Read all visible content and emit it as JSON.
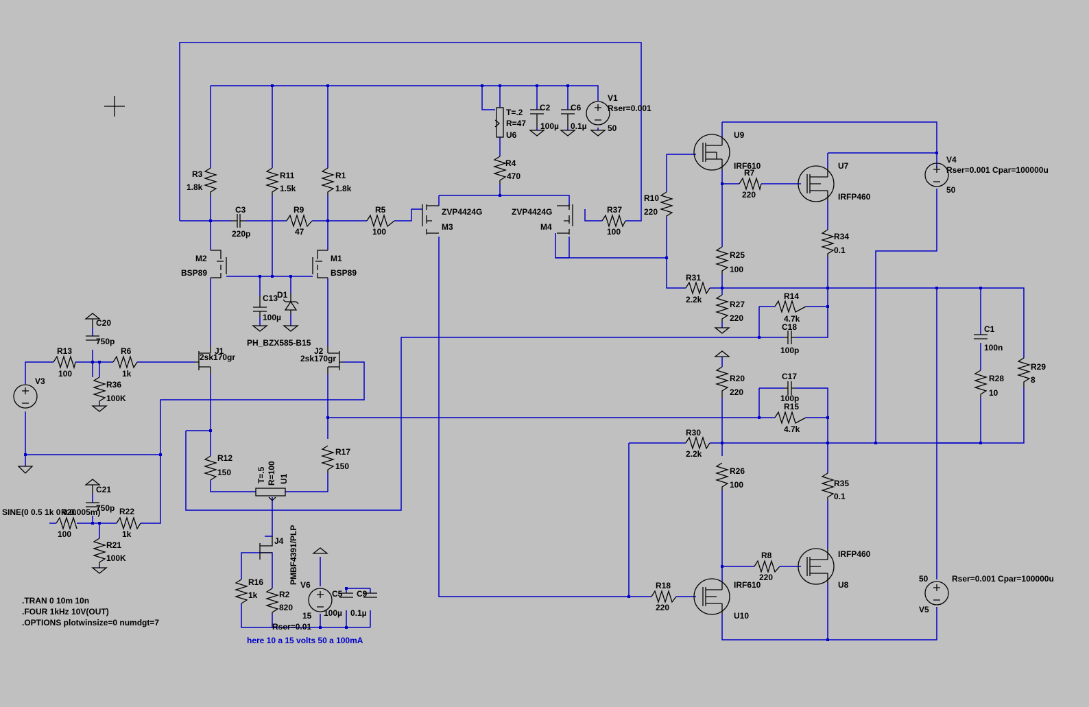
{
  "labels": {
    "r3_name": "R3",
    "r3_value": "1.8k",
    "r11_name": "R11",
    "r11_value": "1.5k",
    "r1_name": "R1",
    "r1_value": "1.8k",
    "c3_name": "C3",
    "c3_value": "220p",
    "r9_name": "R9",
    "r9_value": "47",
    "r5_name": "R5",
    "r5_value": "100",
    "m3_model": "ZVP4424G",
    "m3_name": "M3",
    "m4_model": "ZVP4424G",
    "m4_name": "M4",
    "r37_name": "R37",
    "r37_value": "100",
    "u6_t": "T=.2",
    "u6_r": "R=47",
    "u6_name": "U6",
    "c2_name": "C2",
    "c2_value": "100µ",
    "c6_name": "C6",
    "c6_value": "0.1µ",
    "v1_name": "V1",
    "v1_rser": "Rser=0.001",
    "v1_value": "50",
    "r4_name": "R4",
    "r4_value": "470",
    "m2_name": "M2",
    "m2_model": "BSP89",
    "m1_name": "M1",
    "m1_model": "BSP89",
    "c13_name": "C13",
    "c13_value": "100µ",
    "d1_name": "D1",
    "d1_model": "PH_BZX585-B15",
    "j1_name": "J1",
    "j1_model": "2sk170gr",
    "j2_name": "J2",
    "j2_model": "2sk170gr",
    "c20_name": "C20",
    "c20_value": "750p",
    "r13_name": "R13",
    "r13_value": "100",
    "r6_name": "R6",
    "r6_value": "1k",
    "r36_name": "R36",
    "r36_value": "100K",
    "v3_name": "V3",
    "r12_name": "R12",
    "r12_value": "150",
    "r17_name": "R17",
    "r17_value": "150",
    "u1_t": "T=.5",
    "u1_r": "R=100",
    "u1_name": "U1",
    "c21_name": "C21",
    "c21_value": "750p",
    "sine": "SINE(0 0.5 1k 0 0 0.005m)",
    "r20in_name": "R20",
    "r20in_value": "100",
    "r22_name": "R22",
    "r22_value": "1k",
    "r21_name": "R21",
    "r21_value": "100K",
    "j4_name": "J4",
    "j4_model": "PMBF4391/PLP",
    "r16_name": "R16",
    "r16_value": "1k",
    "r2_name": "R2",
    "r2_value": "820",
    "v6_name": "V6",
    "v6_value": "15",
    "v6_rser": "Rser=0.01",
    "c5_name": "C5",
    "c5_value": "100µ",
    "c9_name": "C9",
    "c9_value": "0.1µ",
    "u9_name": "U9",
    "u9_model": "IRF610",
    "r7_name": "R7",
    "r7_value": "220",
    "u7_name": "U7",
    "u7_model": "IRFP460",
    "v4_name": "V4",
    "v4_params": "Rser=0.001 Cpar=100000u",
    "v4_value": "50",
    "r10_name": "R10",
    "r10_value": "220",
    "r34_name": "R34",
    "r34_value": "0.1",
    "r25_name": "R25",
    "r25_value": "100",
    "r31_name": "R31",
    "r31_value": "2.2k",
    "r14_name": "R14",
    "r14_value": "4.7k",
    "c18_name": "C18",
    "c18_value": "100p",
    "r27_name": "R27",
    "r27_value": "220",
    "c1_name": "C1",
    "c1_value": "100n",
    "r28_name": "R28",
    "r28_value": "10",
    "r29_name": "R29",
    "r29_value": "8",
    "r20_name": "R20",
    "r20_value": "220",
    "c17_name": "C17",
    "c17_value": "100p",
    "r15_name": "R15",
    "r15_value": "4.7k",
    "r30_name": "R30",
    "r30_value": "2.2k",
    "r26_name": "R26",
    "r26_value": "100",
    "r35_name": "R35",
    "r35_value": "0.1",
    "r8_name": "R8",
    "r8_value": "220",
    "u8_name": "U8",
    "u8_model": "IRFP460",
    "u10_name": "U10",
    "u10_model": "IRF610",
    "r18_name": "R18",
    "r18_value": "220",
    "v5_name": "V5",
    "v5_value": "50",
    "v5_params": "Rser=0.001 Cpar=100000u"
  },
  "directives": {
    "tran": ".TRAN 0 10m 10n",
    "four": ".FOUR 1kHz 10V(OUT)",
    "options": ".OPTIONS plotwinsize=0 numdgt=7"
  },
  "comment": "here 10 a 15 volts 50 a 100mA",
  "colors": {
    "background": "#c0c0c0",
    "wire": "#0000c8",
    "component": "#000000",
    "comment": "#0000c8"
  }
}
